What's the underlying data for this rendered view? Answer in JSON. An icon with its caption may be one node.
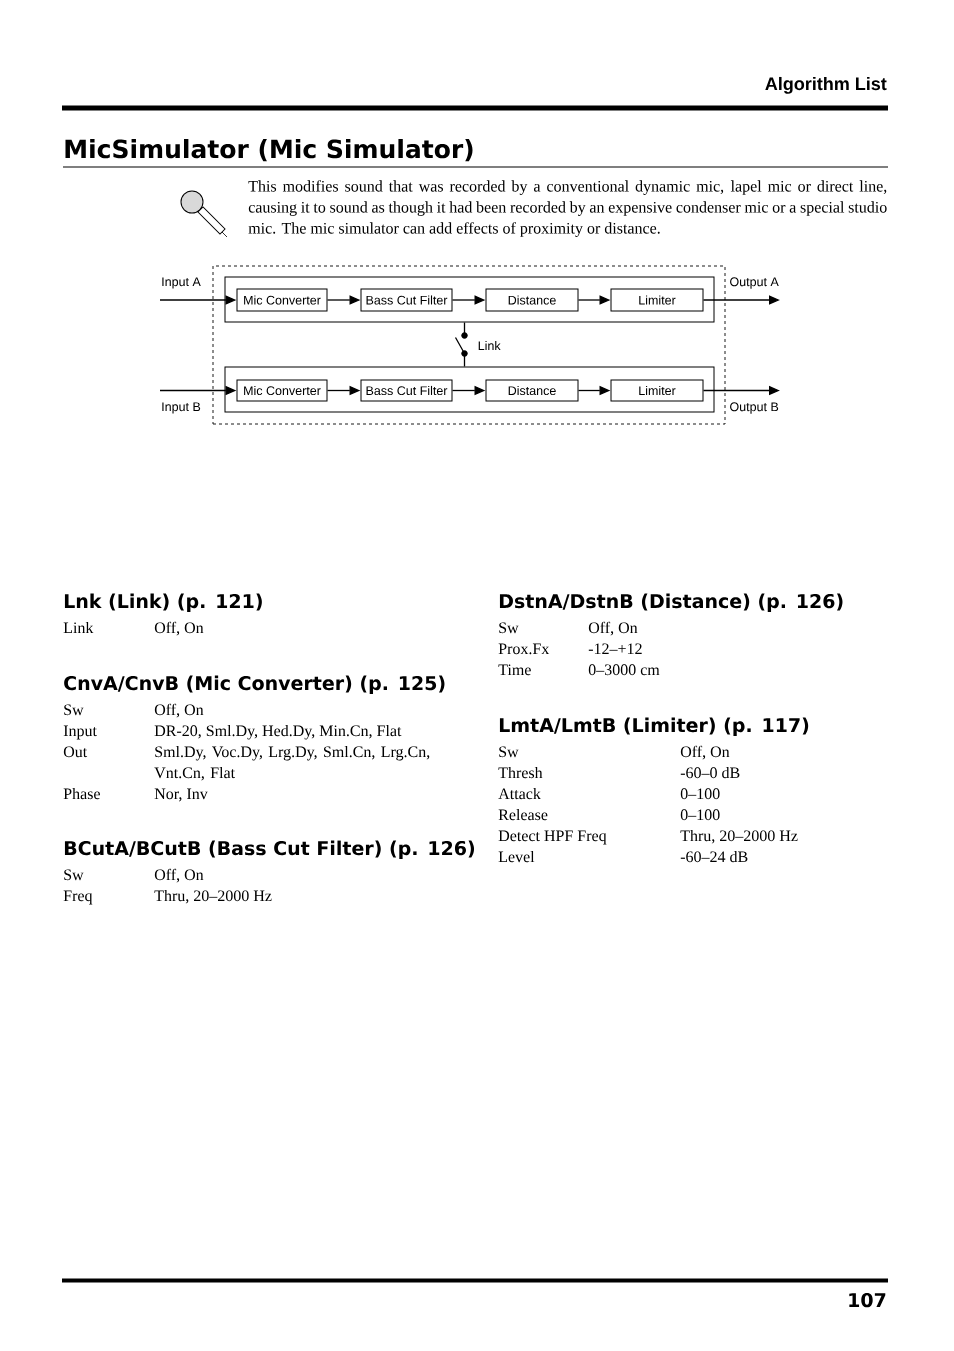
{
  "diagram": {
    "title": "MicSimulator (Mic Simulator)",
    "nodes": [
      {
        "text": [],
        "shape": "box"
      },
      {
        "text": [],
        "shape": "box",
        "in": 0
      },
      {
        "text": [
          "Mic Converter"
        ],
        "in": 1
      },
      {
        "text": [
          "Bass Cut Filter"
        ],
        "in": 1
      },
      {
        "text": [
          "Distance"
        ],
        "in": 1
      },
      {
        "text": [
          "Limiter"
        ],
        "in": 1
      },
      {
        "text": [],
        "shape": "box",
        "in": 0
      },
      {
        "text": [
          "Mic Converter"
        ],
        "in": 6
      },
      {
        "text": [
          "Bass Cut Filter"
        ],
        "in": 6
      },
      {
        "text": [
          "Distance"
        ],
        "in": 6
      },
      {
        "text": [
          "Limiter"
        ],
        "in": 6
      },
      {
        "text": [
          "Input A"
        ]
      },
      {
        "text": [
          "Output A"
        ]
      },
      {
        "text": [
          "Input B"
        ]
      },
      {
        "text": [
          "Output B"
        ]
      }
    ],
    "edges": [
      {
        "from": 11,
        "to": 2,
        "arrow": "to"
      },
      {
        "from": 2,
        "to": 3,
        "arrow": "to"
      },
      {
        "from": 3,
        "to": 4,
        "arrow": "to"
      },
      {
        "from": 4,
        "to": 5,
        "arrow": "to"
      },
      {
        "from": 5,
        "to": 12,
        "arrow": "to"
      },
      {
        "from": 13,
        "to": 7,
        "arrow": "to"
      },
      {
        "from": 7,
        "to": 8,
        "arrow": "to"
      },
      {
        "from": 8,
        "to": 9,
        "arrow": "to"
      },
      {
        "from": 9,
        "to": 10,
        "arrow": "to"
      },
      {
        "from": 10,
        "to": 14,
        "arrow": "to"
      },
      {
        "from": 1,
        "to": 6,
        "arrow": "none",
        "label": "Link"
      }
    ],
    "labels": [
      "Algorithm List",
      "This modifies sound that was recorded by a conventional dynamic mic, lapel mic or direct line, causing it to sound as though it had been recorded by an expensive condenser mic or a special studio mic. The mic simulator can add effects of proximity or distance.",
      "Lnk (Link) (p. 121)",
      "Link",
      "Off, On",
      "CnvA/CnvB (Mic Converter) (p. 125)",
      "Sw",
      "Off, On",
      "Input",
      "DR-20, Sml.Dy, Hed.Dy, Min.Cn, Flat",
      "Out",
      "Sml.Dy, Voc.Dy, Lrg.Dy, Sml.Cn, Lrg.Cn, Vnt.Cn, Flat",
      "Phase",
      "Nor, Inv",
      "BCutA/BCutB (Bass Cut Filter) (p. 126)",
      "Sw",
      "Off, On",
      "Freq",
      "Thru, 20–2000 Hz",
      "DstnA/DstnB (Distance) (p. 126)",
      "Sw",
      "Off, On",
      "Prox.Fx",
      "-12–+12",
      "Time",
      "0–3000 cm",
      "LmtA/LmtB (Limiter) (p. 117)",
      "Sw",
      "Off, On",
      "Thresh",
      "-60–0 dB",
      "Attack",
      "0–100",
      "Release",
      "0–100",
      "Detect HPF Freq",
      "Thru, 20–2000 Hz",
      "Level",
      "-60–24 dB",
      "107"
    ]
  }
}
